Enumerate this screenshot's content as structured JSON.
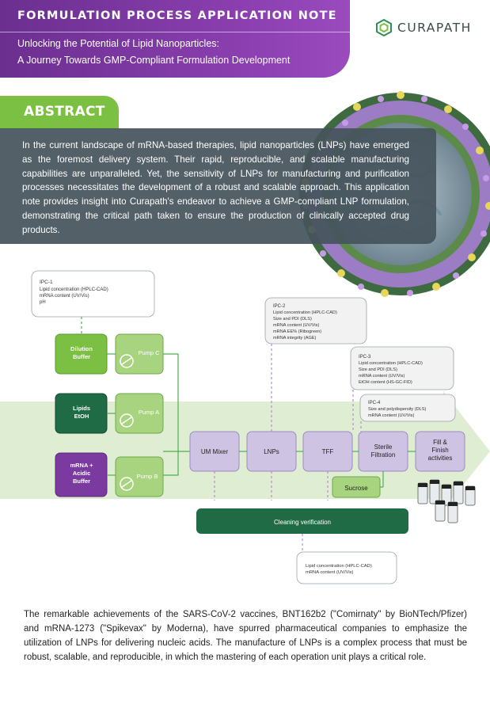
{
  "header": {
    "app_title": "FORMULATION PROCESS APPLICATION NOTE",
    "subtitle_line1": "Unlocking the Potential of Lipid Nanoparticles:",
    "subtitle_line2": "A Journey Towards GMP-Compliant Formulation Development"
  },
  "brand": {
    "name": "CURAPATH"
  },
  "abstract": {
    "label": "ABSTRACT",
    "text": "In the current landscape of mRNA-based therapies, lipid nanoparticles (LNPs) have emerged as the foremost delivery system. Their rapid, reproducible, and scalable manufacturing capabilities are unparalleled. Yet, the sensitivity of LNPs for manufacturing and purification processes necessitates the development of a robust and scalable approach. This application note provides insight into Curapath's endeavor to achieve a GMP-compliant LNP formulation, demonstrating the critical path taken to ensure the production of clinically accepted drug products."
  },
  "diagram": {
    "ipc1": {
      "title": "IPC-1",
      "lines": [
        "Lipid concentration (HPLC-CAD)",
        "mRNA content (UV/Vis)",
        "pH"
      ]
    },
    "ipc2": {
      "title": "IPC-2",
      "lines": [
        "Lipid concentration (HPLC-CAD)",
        "Size and PDI (DLS)",
        "mRNA content (UV/Vis)",
        "mRNA EE% (Ribogreen)",
        "mRNA integrity (AGE)"
      ]
    },
    "ipc3": {
      "title": "IPC-3",
      "lines": [
        "Lipid concentration (HPLC-CAD)",
        "Size and PDI (DLS)",
        "mRNA content (UV/Vis)",
        "EtOH content (HS-GC-FID)"
      ]
    },
    "ipc4": {
      "title": "IPC-4",
      "lines": [
        "Size and polydispersity (DLS)",
        "mRNA content (UV/Vis)"
      ]
    },
    "inputs": {
      "dilution": [
        "Dilution",
        "Buffer"
      ],
      "lipids": [
        "Lipids",
        "EtOH"
      ],
      "mrna": [
        "mRNA +",
        "Acidic",
        "Buffer"
      ]
    },
    "pumps": {
      "c": "Pump C",
      "a": "Pump A",
      "b": "Pump B"
    },
    "steps": {
      "mixer": "UM Mixer",
      "lnps": "LNPs",
      "tff": "TFF",
      "sterile": [
        "Sterile",
        "Filtration"
      ],
      "fill": [
        "Fill &",
        "Finish",
        "activities"
      ]
    },
    "sucrose": "Sucrose",
    "cleaning": "Cleaning verification",
    "cleaning_box": [
      "Lipid concentration (HPLC-CAD)",
      "mRNA content (UV/Vis)"
    ]
  },
  "body": {
    "text": "The remarkable achievements of the SARS-CoV-2 vaccines, BNT162b2 (\"Comirnaty\" by BioNTech/Pfizer) and mRNA-1273 (\"Spikevax\" by Moderna), have spurred pharmaceutical companies to emphasize the utilization of LNPs for delivering nucleic acids. The manufacture of LNPs is a complex process that must be robust, scalable, and reproducible, in which the mastering of each operation unit plays a critical role."
  },
  "colors": {
    "purple": "#7a3aa0",
    "green": "#7cc043",
    "dark_green": "#1f6b45",
    "grey_box": "#46545c",
    "lavender": "#cfc3e3"
  },
  "icons": [
    "curapath-logo-icon",
    "nanoparticle-illustration",
    "pump-icon",
    "vials-image"
  ]
}
